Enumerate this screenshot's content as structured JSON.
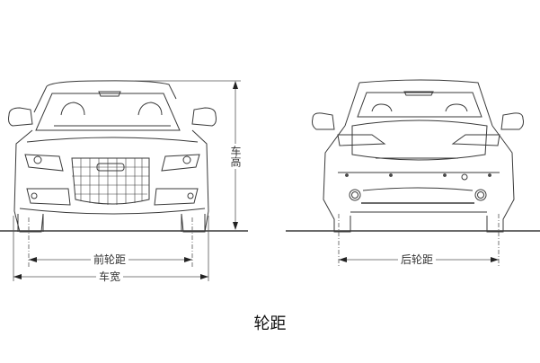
{
  "diagram": {
    "caption": "轮距",
    "front_view": {
      "track_label": "前轮距",
      "width_label": "车宽",
      "height_label": "车高"
    },
    "rear_view": {
      "track_label": "后轮距"
    },
    "colors": {
      "line": "#333333",
      "dim_line": "#555555",
      "background": "#ffffff"
    }
  }
}
